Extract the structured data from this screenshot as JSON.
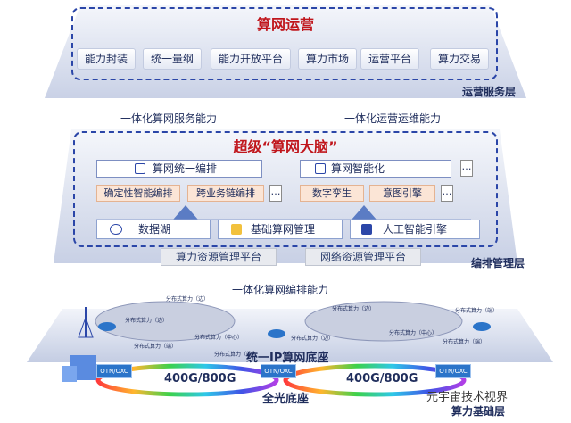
{
  "ops": {
    "title": "算网运营",
    "items": [
      "能力封装",
      "统一量纲",
      "能力开放平台",
      "算力市场",
      "运营平台",
      "算力交易"
    ],
    "layer_label": "运营服务层"
  },
  "capabilities": {
    "left": "一体化算网服务能力",
    "right": "一体化运营运维能力"
  },
  "brain": {
    "title": "超级“算网大脑”",
    "orchestration": "算网统一编排",
    "intelligence": "算网智能化",
    "left_subs": [
      "确定性智能编排",
      "跨业务链编排"
    ],
    "right_subs": [
      "数字孪生",
      "意图引擎"
    ],
    "dots": "…",
    "bases": [
      "数据湖",
      "基础算网管理",
      "人工智能引擎"
    ],
    "platforms": [
      "算力资源管理平台",
      "网络资源管理平台"
    ],
    "layer_label": "编排管理层"
  },
  "network": {
    "capability": "一体化算网编排能力",
    "nodes": [
      "分布式算力（边）",
      "分布式算力（边）",
      "分布式算力（中心）",
      "分布式算力（端）",
      "分布式算力（端）",
      "分布式算力（边）",
      "分布式算力（中心）",
      "分布式算力（端）",
      "分布式算力（边）",
      "分布式算力（端）"
    ],
    "ip_base": "统一IP算网底座",
    "otn": [
      "OTN/OXC",
      "OTN/OXC",
      "OTN/OXC"
    ],
    "rings": [
      "400G/800G",
      "400G/800G"
    ],
    "optical_base": "全光底座",
    "layer_label": "算力基础层",
    "watermark": "元宇宙技术视界"
  }
}
